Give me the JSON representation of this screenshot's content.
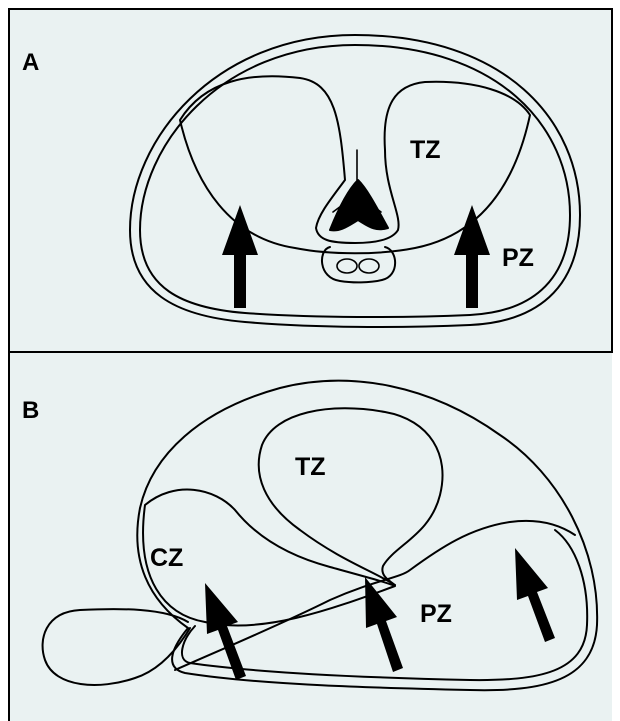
{
  "panels": [
    {
      "label": "A",
      "zones": {
        "tz": "TZ",
        "pz": "PZ"
      }
    },
    {
      "label": "B",
      "zones": {
        "tz": "TZ",
        "cz": "CZ",
        "pz": "PZ"
      }
    }
  ],
  "colors": {
    "background": "#eaf2f2",
    "stroke": "#000000",
    "arrow": "#000000"
  }
}
